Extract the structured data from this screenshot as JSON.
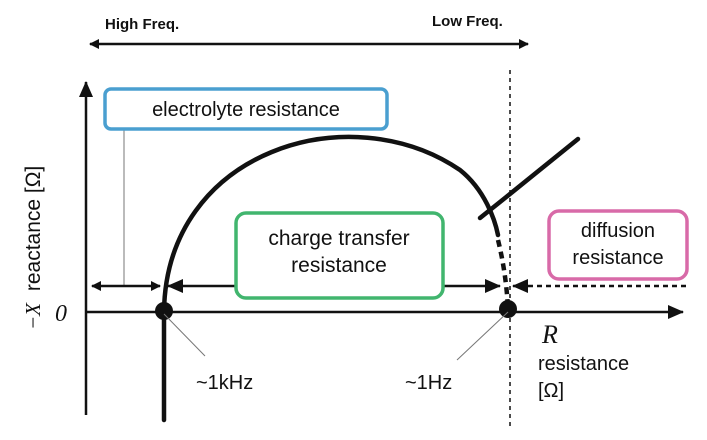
{
  "frequency_bar": {
    "left_label": "High Freq.",
    "right_label": "Low Freq."
  },
  "axes": {
    "y_symbol": "−X",
    "y_label": "reactance [Ω]",
    "origin_label": "0",
    "x_symbol": "R",
    "x_label_line1": "resistance",
    "x_label_line2": "[Ω]"
  },
  "points": {
    "left_freq": "~1kHz",
    "right_freq": "~1Hz"
  },
  "boxes": {
    "electrolyte": {
      "line1": "electrolyte resistance",
      "color": "#4a9fd0"
    },
    "charge_transfer": {
      "line1": "charge transfer",
      "line2": "resistance",
      "color": "#41b56e"
    },
    "diffusion": {
      "line1": "diffusion",
      "line2": "resistance",
      "color": "#d86aa8"
    }
  },
  "colors": {
    "ink": "#111111",
    "leader": "#777777"
  }
}
